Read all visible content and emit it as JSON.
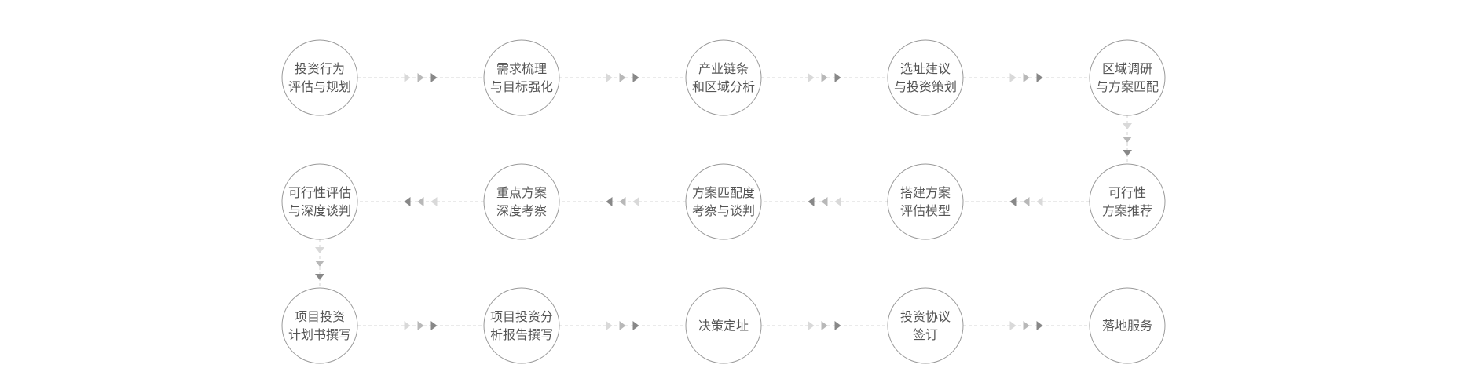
{
  "colors": {
    "circle_stroke": "#9a9a9a",
    "text": "#555555",
    "dash": "#d4d4d4",
    "arrow_light": "#d9d9d9",
    "arrow_mid": "#b8b8b8",
    "arrow_dark": "#888888"
  },
  "steps": [
    {
      "lines": [
        "投资行为",
        "评估与规划"
      ]
    },
    {
      "lines": [
        "需求梳理",
        "与目标强化"
      ]
    },
    {
      "lines": [
        "产业链条",
        "和区域分析"
      ]
    },
    {
      "lines": [
        "选址建议",
        "与投资策划"
      ]
    },
    {
      "lines": [
        "区域调研",
        "与方案匹配"
      ]
    },
    {
      "lines": [
        "可行性",
        "方案推荐"
      ]
    },
    {
      "lines": [
        "搭建方案",
        "评估模型"
      ]
    },
    {
      "lines": [
        "方案匹配度",
        "考察与谈判"
      ]
    },
    {
      "lines": [
        "重点方案",
        "深度考察"
      ]
    },
    {
      "lines": [
        "可行性评估",
        "与深度谈判"
      ]
    },
    {
      "lines": [
        "项目投资",
        "计划书撰写"
      ]
    },
    {
      "lines": [
        "项目投资分",
        "析报告撰写"
      ]
    },
    {
      "lines": [
        "决策定址"
      ]
    },
    {
      "lines": [
        "投资协议",
        "签订"
      ]
    },
    {
      "lines": [
        "落地服务"
      ]
    }
  ]
}
